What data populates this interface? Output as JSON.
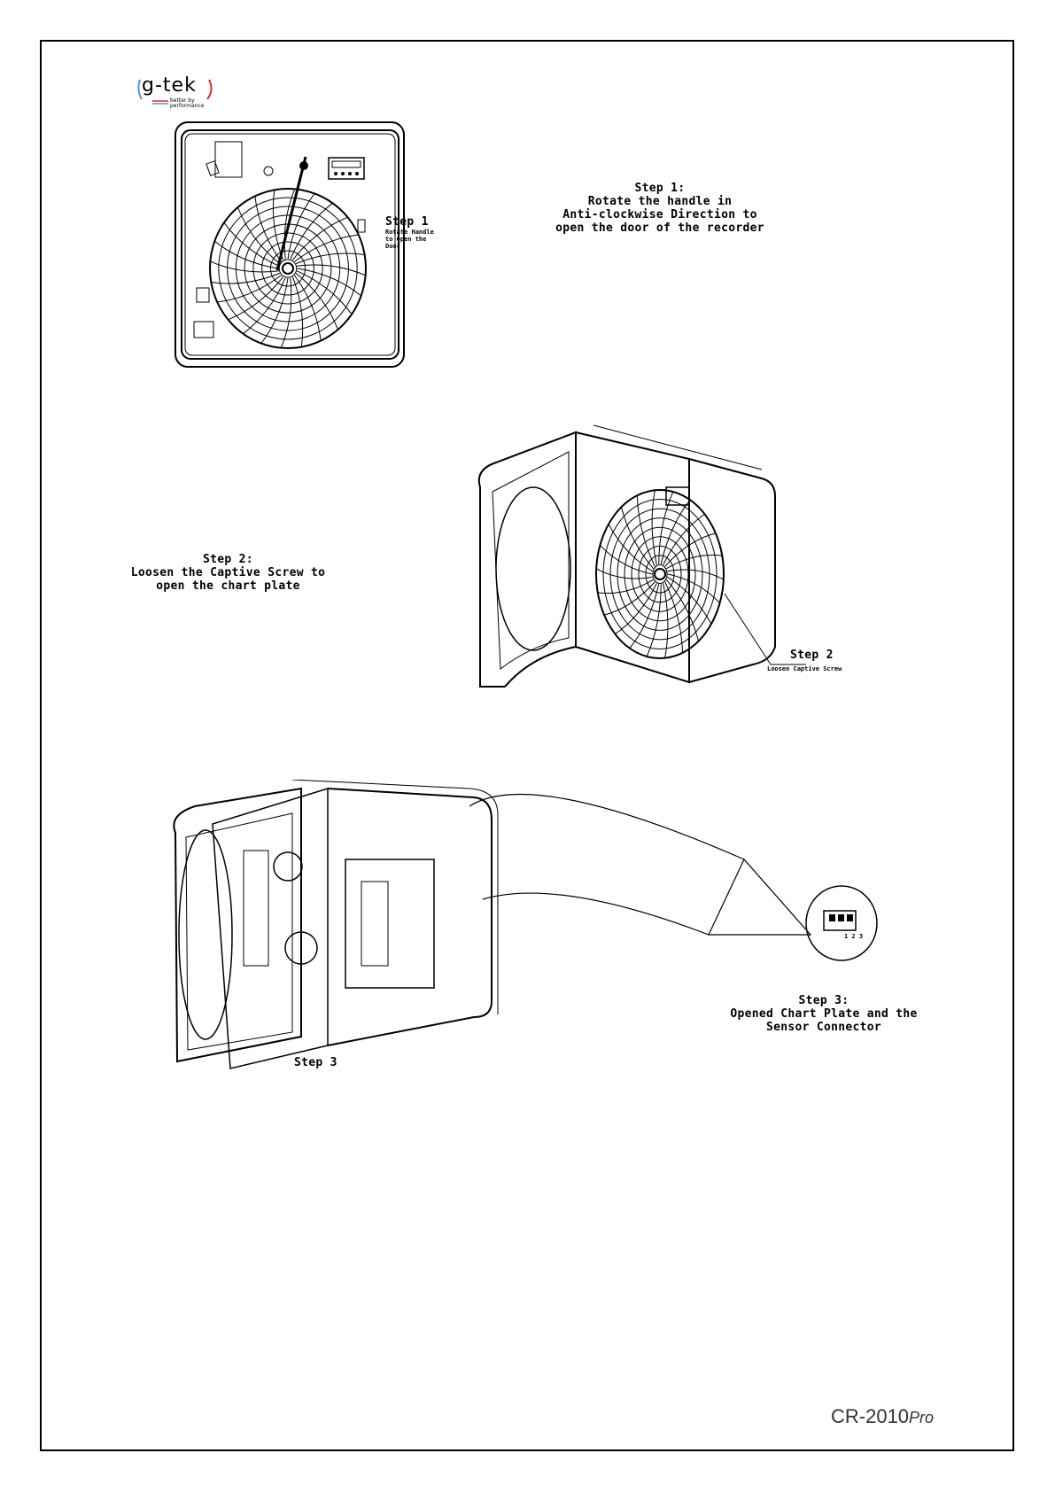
{
  "logo": {
    "text": "g-tek",
    "tagline_line1": "better by",
    "tagline_line2": "performance"
  },
  "step1": {
    "callout_title": "Step 1",
    "callout_lines": [
      "Rotate Handle",
      "to Open the",
      "Door"
    ],
    "caption_lines": [
      "Step 1:",
      "Rotate the handle in",
      "Anti-clockwise Direction to",
      "open the door of the recorder"
    ]
  },
  "step2": {
    "caption_lines": [
      "Step 2:",
      "Loosen the Captive Screw to",
      "open the chart plate"
    ],
    "callout_title": "Step 2",
    "callout_sub": "Loosen Captive Screw"
  },
  "step3": {
    "label": "Step 3",
    "caption_lines": [
      "Step 3:",
      "Opened Chart Plate and the",
      "Sensor Connector"
    ],
    "connector_pins": "1 2 3"
  },
  "footer": {
    "model": "CR-2010",
    "suffix": "Pro"
  }
}
